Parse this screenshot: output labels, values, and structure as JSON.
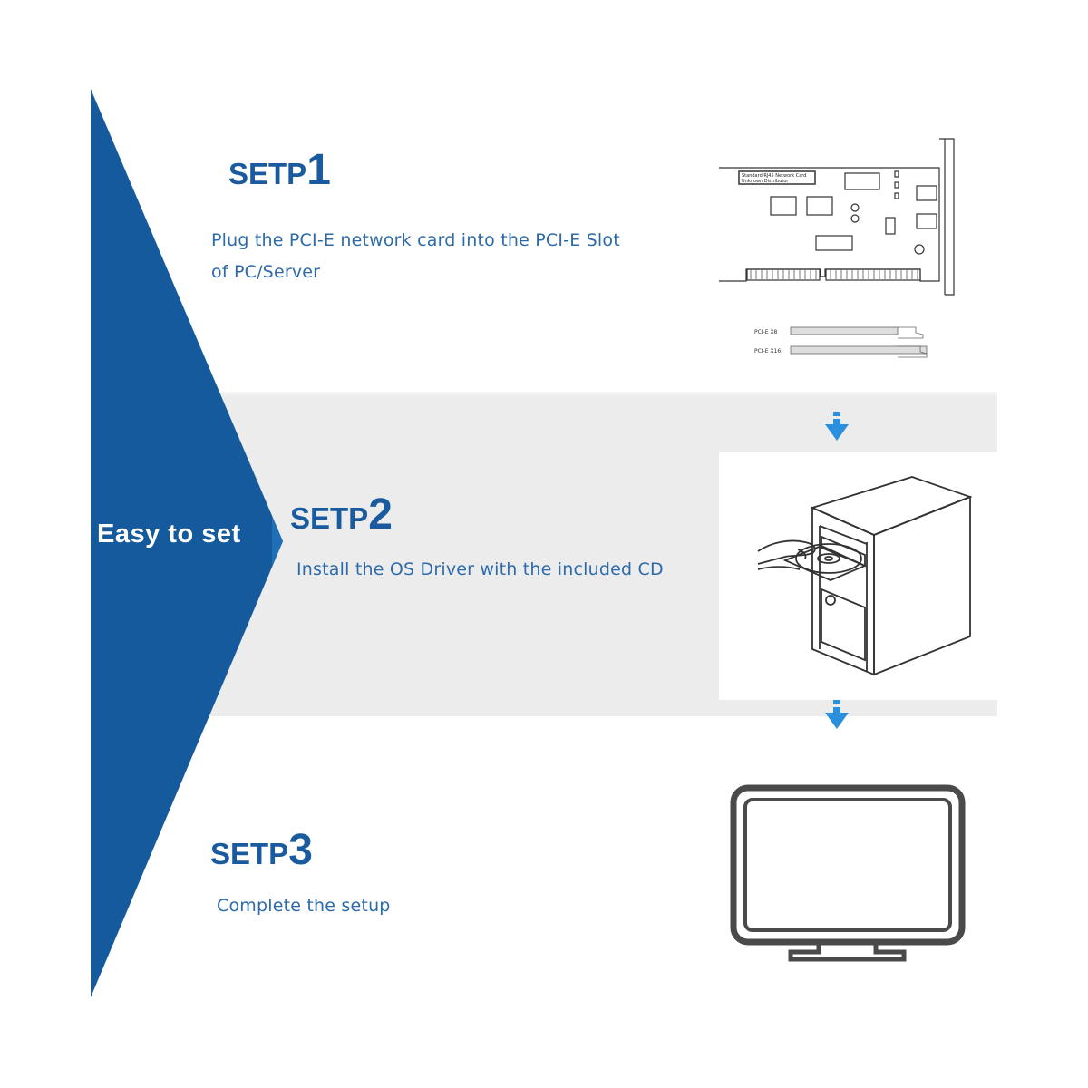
{
  "side_label": "Easy to set",
  "steps": [
    {
      "word": "SETP",
      "number": "1",
      "description_lines": [
        "Plug the PCI-E network card into the PCI-E Slot",
        "of PC/Server"
      ]
    },
    {
      "word": "SETP",
      "number": "2",
      "description_lines": [
        "Install the OS Driver with the included CD"
      ]
    },
    {
      "word": "SETP",
      "number": "3",
      "description_lines": [
        "Complete the setup"
      ]
    }
  ],
  "card_label": {
    "line1": "Standard RJ45 Network Card",
    "line2": "Unknown Distributor"
  },
  "slot_labels": [
    "PCI-E X8",
    "PCI-E X16"
  ],
  "colors": {
    "accent_blue": "#155a9c",
    "text_blue": "#2c6aaa",
    "arrow_blue": "#2a8fdc",
    "band_gray": "#ececec"
  },
  "icons": [
    "network-card-icon",
    "pcie-slot-icon",
    "arrow-down-icon",
    "computer-tower-cd-icon",
    "monitor-icon"
  ]
}
